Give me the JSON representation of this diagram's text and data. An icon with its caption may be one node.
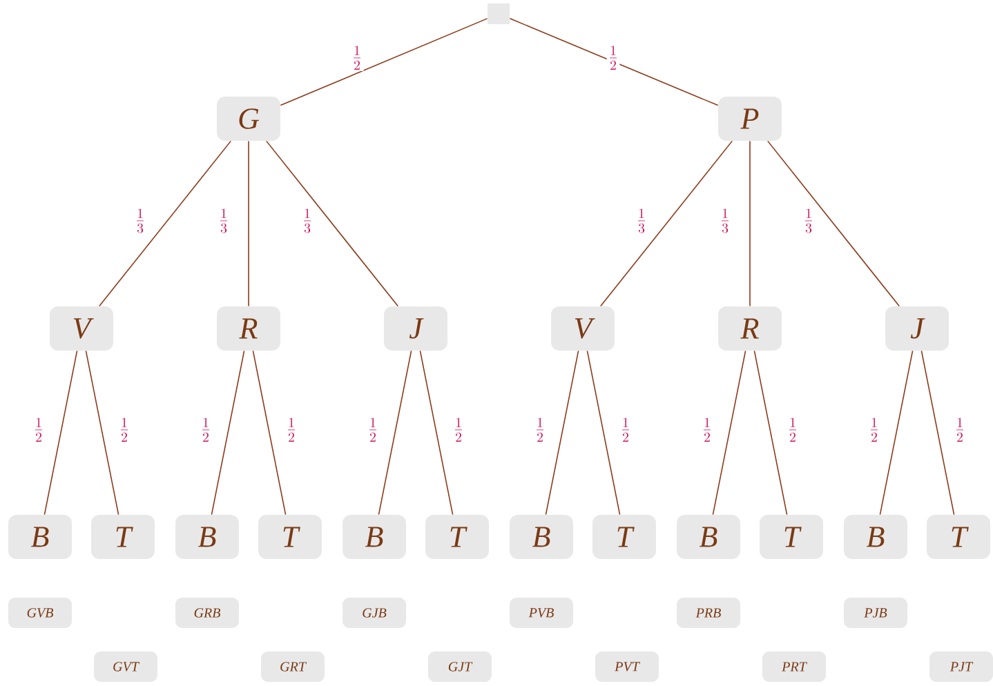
{
  "diagram": {
    "nodes": [
      {
        "text": [],
        "shape": "box"
      },
      {
        "text": [
          "G"
        ]
      },
      {
        "text": [
          "P"
        ]
      },
      {
        "text": [
          "V"
        ]
      },
      {
        "text": [
          "R"
        ]
      },
      {
        "text": [
          "J"
        ]
      },
      {
        "text": [
          "V"
        ]
      },
      {
        "text": [
          "R"
        ]
      },
      {
        "text": [
          "J"
        ]
      },
      {
        "text": [
          "B"
        ]
      },
      {
        "text": [
          "T"
        ]
      },
      {
        "text": [
          "B"
        ]
      },
      {
        "text": [
          "T"
        ]
      },
      {
        "text": [
          "B"
        ]
      },
      {
        "text": [
          "T"
        ]
      },
      {
        "text": [
          "B"
        ]
      },
      {
        "text": [
          "T"
        ]
      },
      {
        "text": [
          "B"
        ]
      },
      {
        "text": [
          "T"
        ]
      },
      {
        "text": [
          "B"
        ]
      },
      {
        "text": [
          "T"
        ]
      },
      {
        "text": [
          "GVB"
        ]
      },
      {
        "text": [
          "GVT"
        ]
      },
      {
        "text": [
          "GRB"
        ]
      },
      {
        "text": [
          "GRT"
        ]
      },
      {
        "text": [
          "GJB"
        ]
      },
      {
        "text": [
          "GJT"
        ]
      },
      {
        "text": [
          "PVB"
        ]
      },
      {
        "text": [
          "PVT"
        ]
      },
      {
        "text": [
          "PRB"
        ]
      },
      {
        "text": [
          "PRT"
        ]
      },
      {
        "text": [
          "PJB"
        ]
      },
      {
        "text": [
          "PJT"
        ]
      }
    ],
    "edges": [
      {
        "from": 0,
        "to": 1,
        "arrow": "none",
        "label": "\\frac{1}{2}"
      },
      {
        "from": 0,
        "to": 2,
        "arrow": "none",
        "label": "\\frac{1}{2}"
      },
      {
        "from": 1,
        "to": 3,
        "arrow": "none",
        "label": "\\frac{1}{3}"
      },
      {
        "from": 1,
        "to": 4,
        "arrow": "none",
        "label": "\\frac{1}{3}"
      },
      {
        "from": 1,
        "to": 5,
        "arrow": "none",
        "label": "\\frac{1}{3}"
      },
      {
        "from": 2,
        "to": 6,
        "arrow": "none",
        "label": "\\frac{1}{3}"
      },
      {
        "from": 2,
        "to": 7,
        "arrow": "none",
        "label": "\\frac{1}{3}"
      },
      {
        "from": 2,
        "to": 8,
        "arrow": "none",
        "label": "\\frac{1}{3}"
      },
      {
        "from": 3,
        "to": 9,
        "arrow": "none",
        "label": "\\frac{1}{2}"
      },
      {
        "from": 3,
        "to": 10,
        "arrow": "none",
        "label": "\\frac{1}{2}"
      },
      {
        "from": 4,
        "to": 11,
        "arrow": "none",
        "label": "\\frac{1}{2}"
      },
      {
        "from": 4,
        "to": 12,
        "arrow": "none",
        "label": "\\frac{1}{2}"
      },
      {
        "from": 5,
        "to": 13,
        "arrow": "none",
        "label": "\\frac{1}{2}"
      },
      {
        "from": 5,
        "to": 14,
        "arrow": "none",
        "label": "\\frac{1}{2}"
      },
      {
        "from": 6,
        "to": 15,
        "arrow": "none",
        "label": "\\frac{1}{2}"
      },
      {
        "from": 6,
        "to": 16,
        "arrow": "none",
        "label": "\\frac{1}{2}"
      },
      {
        "from": 7,
        "to": 17,
        "arrow": "none",
        "label": "\\frac{1}{2}"
      },
      {
        "from": 7,
        "to": 18,
        "arrow": "none",
        "label": "\\frac{1}{2}"
      },
      {
        "from": 8,
        "to": 19,
        "arrow": "none",
        "label": "\\frac{1}{2}"
      },
      {
        "from": 8,
        "to": 20,
        "arrow": "none",
        "label": "\\frac{1}{2}"
      }
    ]
  }
}
